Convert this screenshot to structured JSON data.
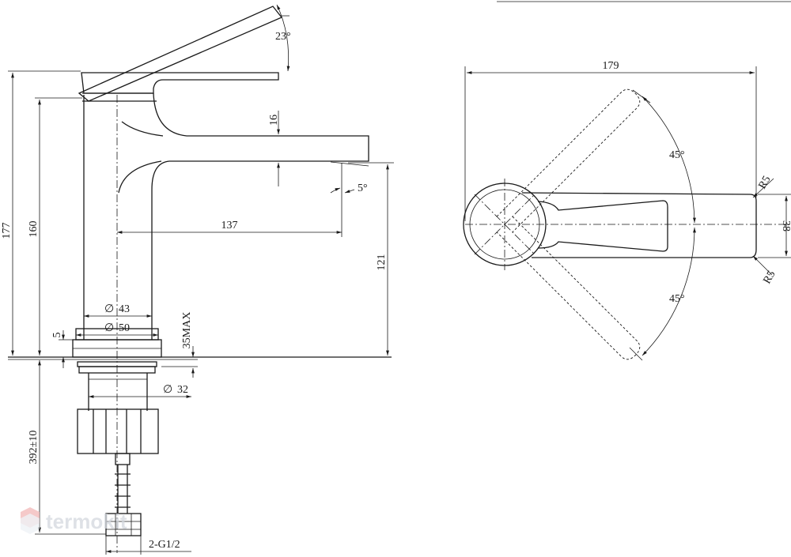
{
  "drawing": {
    "side_view": {
      "lever_angle": "23°",
      "spout_tilt": "5°",
      "spout_gap": "16",
      "spout_reach": "137",
      "total_height": "177",
      "body_height": "160",
      "spout_height": "121",
      "base_dia_small": "43",
      "base_dia_large": "50",
      "base_thickness": "5",
      "deck_max": "35MAX",
      "shank_dia": "32",
      "hose_length": "392±10",
      "hose_thread": "2-G1/2"
    },
    "top_view": {
      "overall_length": "179",
      "width": "38",
      "radius_top": "R5",
      "radius_bottom": "R5",
      "rotation_upper": "45°",
      "rotation_lower": "45°"
    },
    "symbols": {
      "diameter": "∅"
    }
  },
  "watermark": {
    "brand": "termokit",
    "brand_color": "#d4d8de",
    "icon_color": "#f2b8b8"
  }
}
